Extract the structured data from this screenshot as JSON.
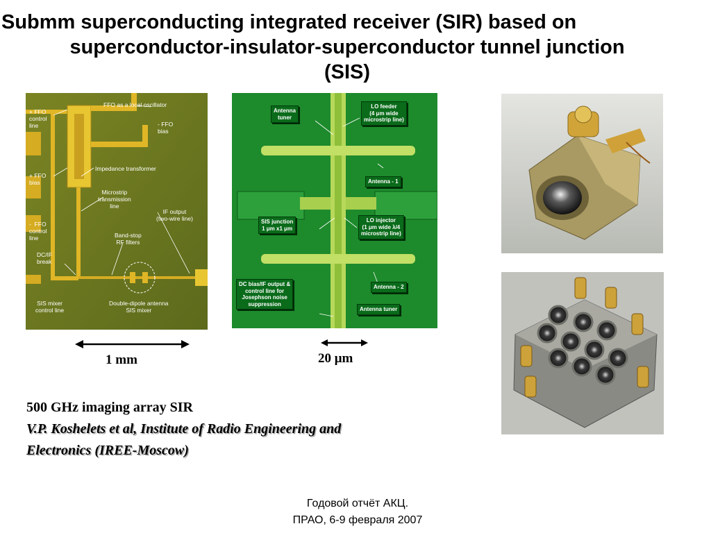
{
  "title": {
    "line1": "Submm superconducting integrated receiver (SIR) based on",
    "line2": "superconductor-insulator-superconductor tunnel junction",
    "line3": "(SIS)"
  },
  "left_micrograph": {
    "labels": {
      "ffo_control_plus": "+ FFO\ncontrol\nline",
      "ffo_local_osc": "FFO as a local oscillator",
      "ffo_bias_minus": "- FFO\nbias",
      "ffo_bias_plus": "+ FFO\nbias",
      "impedance": "Impedance transformer",
      "microstrip": "Microstrip\ntransmission\nline",
      "if_output": "IF output\n(two-wire line)",
      "ffo_control_minus": "-  FFO\ncontrol\nline",
      "bandstop": "Band-stop\nRF filters",
      "dcif": "DC/IF\nbreak",
      "sis_control": "SIS mixer\ncontrol line",
      "double_dipole": "Double-dipole antenna\nSIS mixer"
    }
  },
  "mid_micrograph": {
    "labels": {
      "antenna_tuner_top": "Antenna\ntuner",
      "lo_feeder": "LO feeder\n(4 μm wide\nmicrostrip line)",
      "antenna1": "Antenna - 1",
      "sis_junction": "SIS junction\n1 μm x1 μm",
      "lo_injector": "LO injector\n(1 μm wide λ/4\nmicrostrip line)",
      "antenna2": "Antenna - 2",
      "dc_bias": "DC bias/IF output &\ncontrol line for\nJosephson noise\nsuppression",
      "antenna_tuner_bot": "Antenna tuner"
    }
  },
  "scales": {
    "left": "1 mm",
    "mid": "20 μm"
  },
  "caption": {
    "line1": "500 GHz imaging array SIR",
    "line2": "V.P. Koshelets et al, Institute of Radio Engineering and",
    "line3": "Electronics (IREE-Moscow)"
  },
  "footer": {
    "line1": "Годовой отчёт АКЦ.",
    "line2": "ПРАО, 6-9 февраля 2007"
  }
}
